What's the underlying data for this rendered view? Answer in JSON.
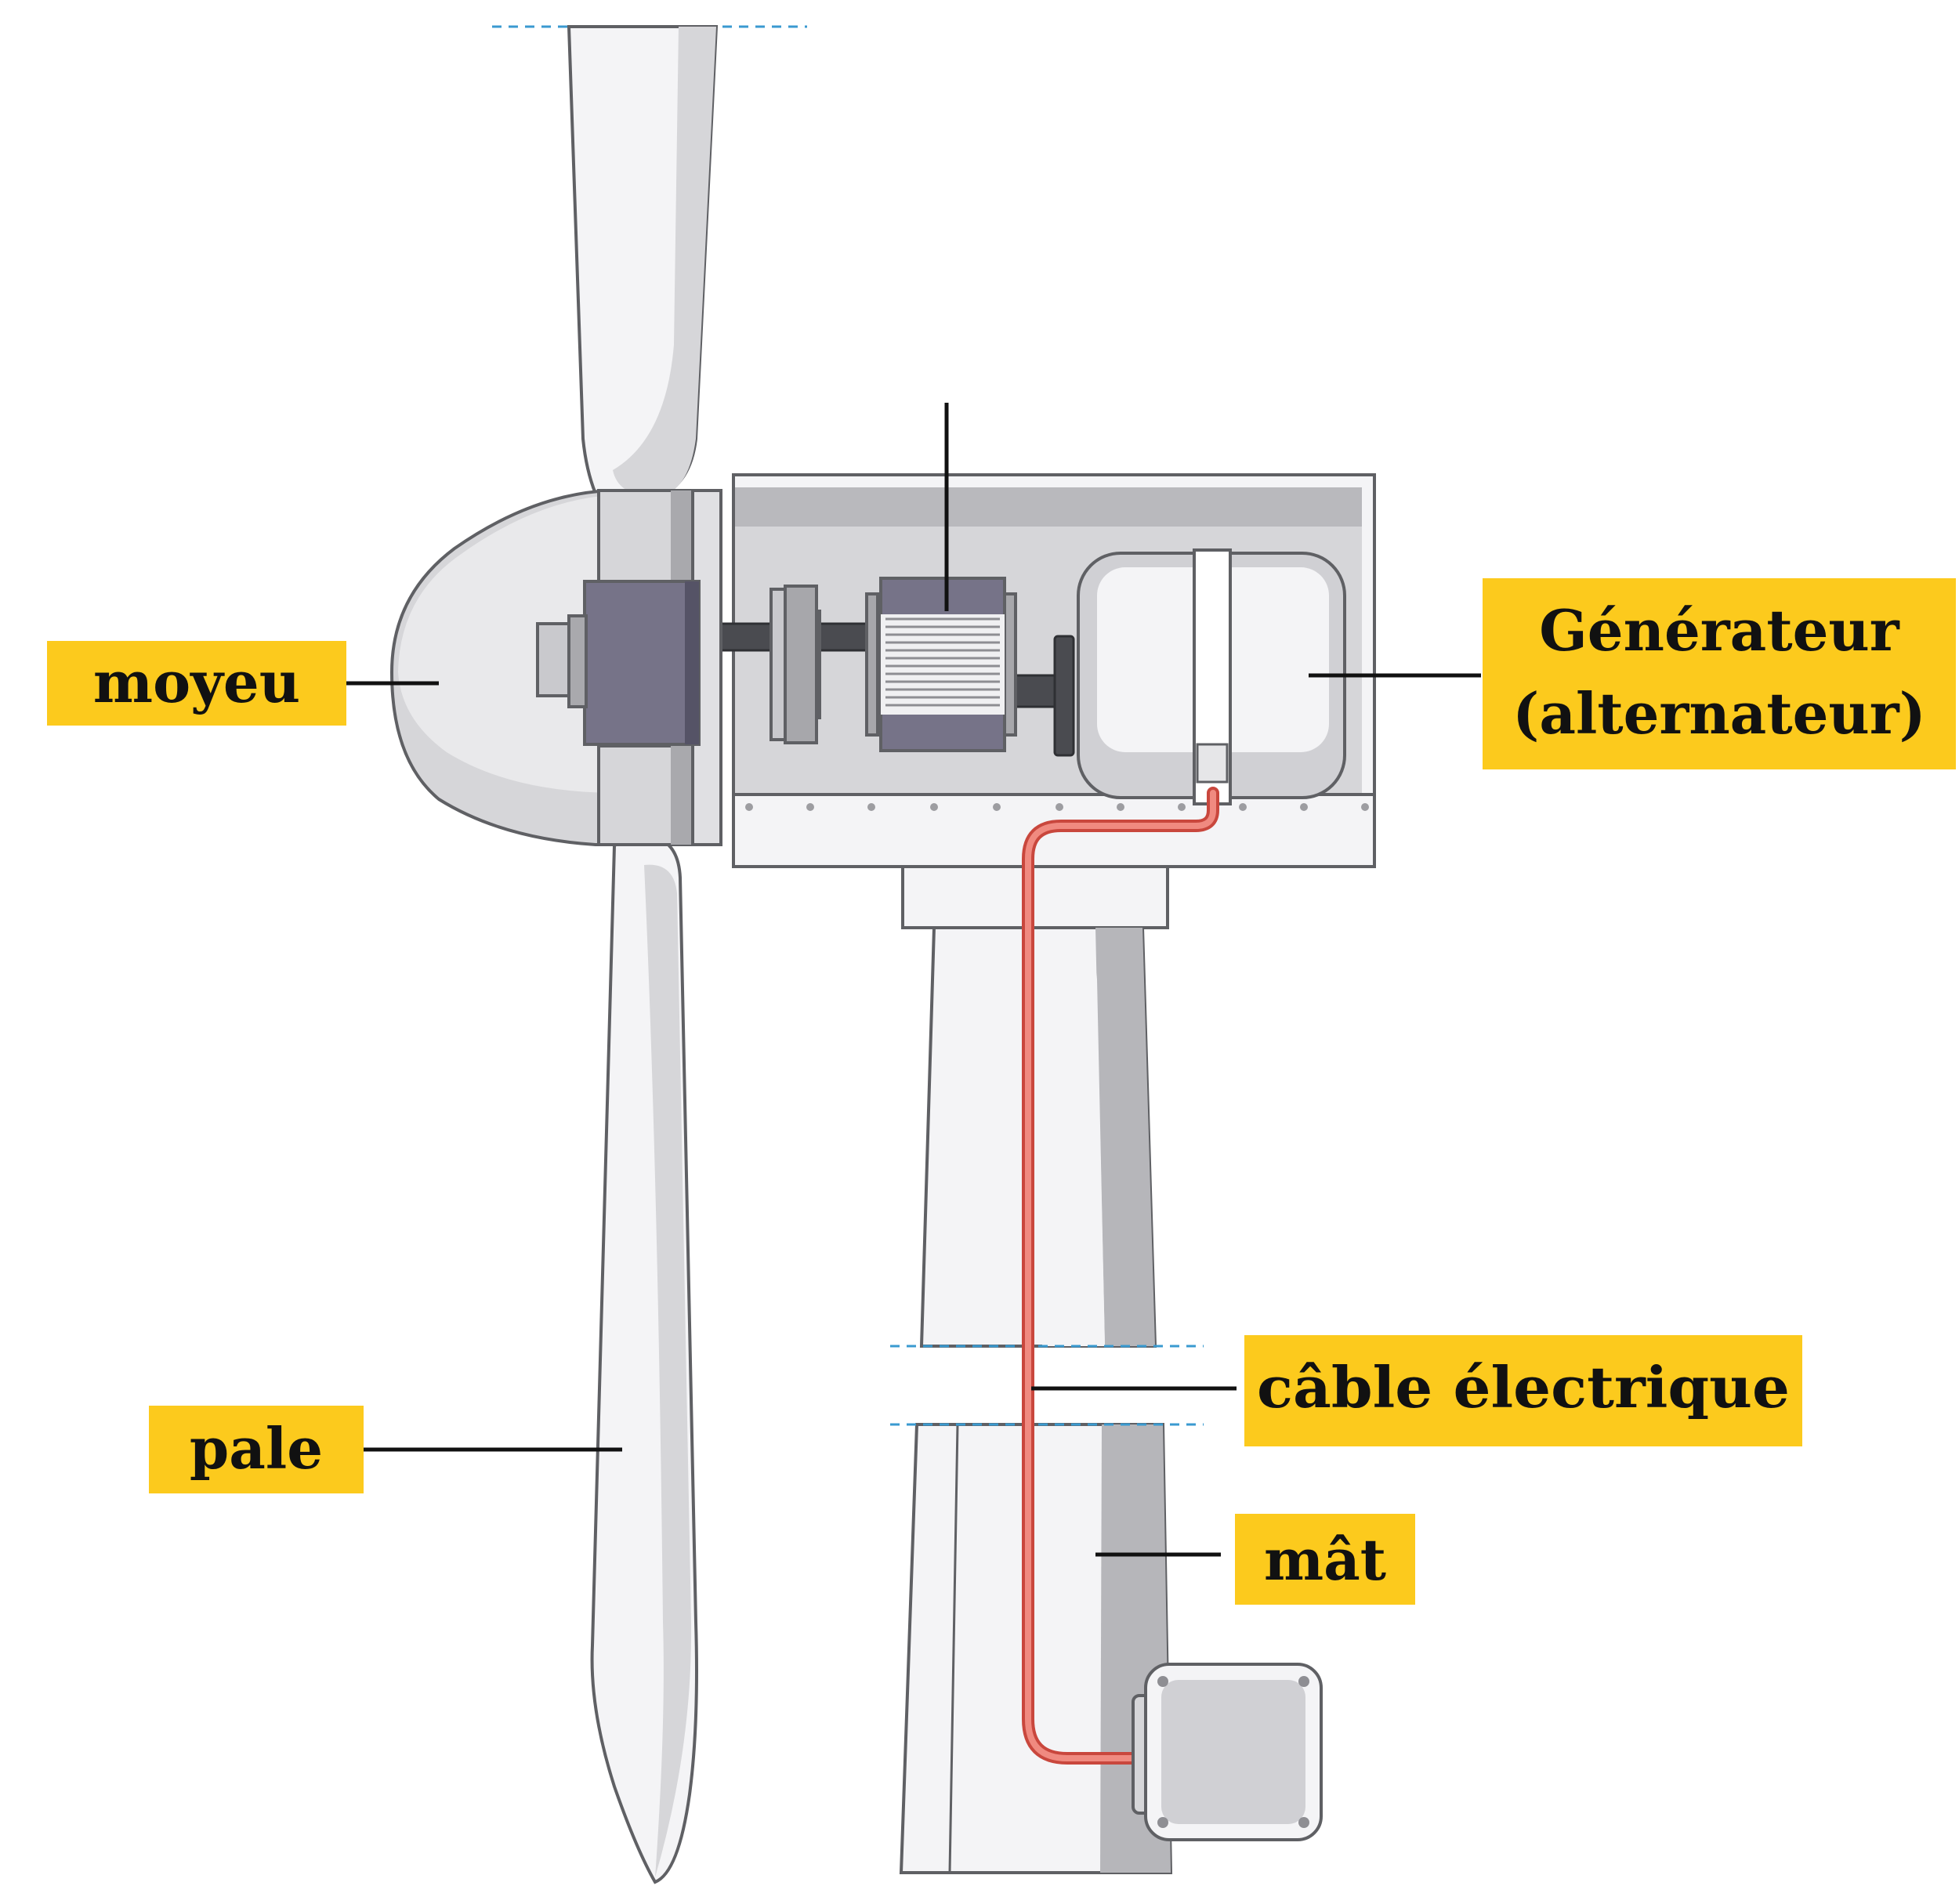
{
  "labels": {
    "moyeu": "moyeu",
    "pale": "pale",
    "generateur_line1": "Générateur",
    "generateur_line2": "(alternateur)",
    "cable": "câble électrique",
    "mat": "mât"
  },
  "colors": {
    "label_bg": "#fcca1d",
    "leader_line": "#111111",
    "cable": "#e85a4f",
    "cable_highlight": "#f59088",
    "outline": "#5f6064",
    "light_gray": "#f4f4f6",
    "mid_gray": "#d6d6d9",
    "dark_gray": "#a9a9ad",
    "hub_purple": "#767388",
    "shaft": "#4a4b50",
    "dashed_guide": "#3a9ad0"
  },
  "icons": {
    "turbine": "wind-turbine-cutaway",
    "control_box": "junction-box-icon"
  }
}
